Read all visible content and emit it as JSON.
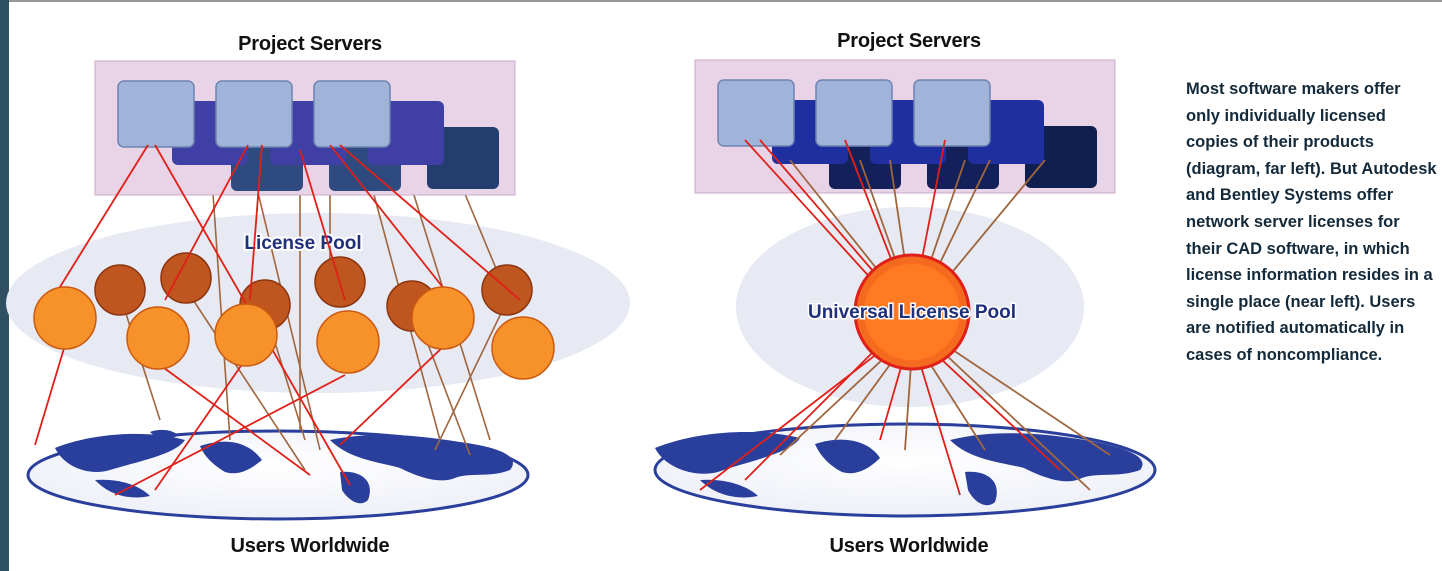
{
  "left_diagram": {
    "servers_title": "Project Servers",
    "pool_label": "License Pool",
    "users_title": "Users Worldwide"
  },
  "right_diagram": {
    "servers_title": "Project Servers",
    "pool_label": "Universal License Pool",
    "users_title": "Users Worldwide"
  },
  "caption": "Most software makers offer only individually licensed copies of their products (diagram, far left). But Autodesk and Bentley Systems offer network server licenses for their CAD software, in which license information resides in a single place (near left). Users are notified automatically in cases of noncompliance.",
  "colors": {
    "server_panel": "#e9d3e6",
    "server_light": "#9fb4d8",
    "server_mid": "#3f3fa6",
    "server_dark": "#1f3a6a",
    "license_dark": "#c0561f",
    "license_light": "#f7912a",
    "pool_ellipse": "#e7e9f3",
    "globe": "#2a3f9c",
    "line_red": "#e02018",
    "line_brown": "#a0663e"
  }
}
